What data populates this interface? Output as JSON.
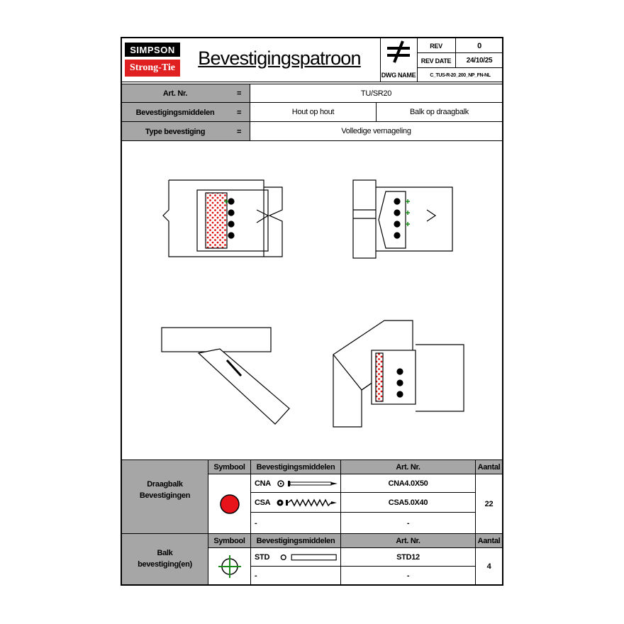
{
  "header": {
    "logo_top": "SIMPSON",
    "logo_bottom": "Strong-Tie",
    "title": "Bevestigingspatroon",
    "rev_label": "REV",
    "rev_value": "0",
    "rev_date_label": "REV DATE",
    "rev_date_value": "24/10/25",
    "dwg_name_label": "DWG NAME",
    "dwg_name_value": "C_TUS-R-20_200_NP_FN-NL"
  },
  "info": {
    "eq": "=",
    "art_nr_label": "Art. Nr.",
    "art_nr_value": "TU/SR20",
    "fastener_label": "Bevestigingsmiddelen",
    "fastener_value_1": "Hout op hout",
    "fastener_value_2": "Balk op draagbalk",
    "type_label": "Type bevestiging",
    "type_value": "Volledige vernageling"
  },
  "table1": {
    "group_label_1": "Draagbalk",
    "group_label_2": "Bevestigingen",
    "col_symbol": "Symbool",
    "col_fastener": "Bevestigingsmiddelen",
    "col_art": "Art. Nr.",
    "col_qty": "Aantal",
    "rows": [
      {
        "code": "CNA",
        "art": "CNA4.0X50"
      },
      {
        "code": "CSA",
        "art": "CSA5.0X40"
      },
      {
        "code": "-",
        "art": "-"
      }
    ],
    "qty": "22",
    "symbol_color": "#e8141c"
  },
  "table2": {
    "group_label_1": "Balk",
    "group_label_2": "bevestiging(en)",
    "col_symbol": "Symbool",
    "col_fastener": "Bevestigingsmiddelen",
    "col_art": "Art. Nr.",
    "col_qty": "Aantal",
    "rows": [
      {
        "code": "STD",
        "art": "STD12"
      },
      {
        "code": "-",
        "art": "-"
      }
    ],
    "qty": "4",
    "symbol_color": "#1a8a1a"
  }
}
